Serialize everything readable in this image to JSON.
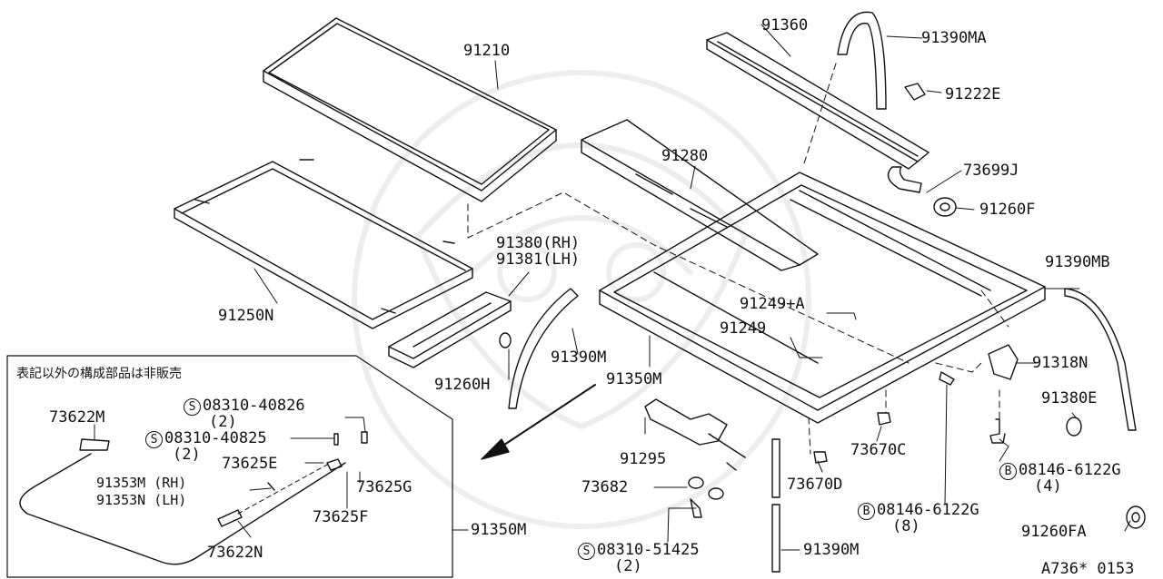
{
  "diagram": {
    "parts": {
      "p91210": "91210",
      "p91250n": "91250N",
      "p91360": "91360",
      "p91390ma": "91390MA",
      "p91222e": "91222E",
      "p91280": "91280",
      "p73699j": "73699J",
      "p91260f": "91260F",
      "p91380rh": "91380(RH)",
      "p91381lh": "91381(LH)",
      "p91390mb": "91390MB",
      "p91249a": "91249+A",
      "p91249": "91249",
      "p91260h": "91260H",
      "p91390m_a": "91390M",
      "p91350m_a": "91350M",
      "p91318n": "91318N",
      "p91380e": "91380E",
      "p91295": "91295",
      "p73670c": "73670C",
      "p73670d": "73670D",
      "p73682": "73682",
      "p08146_a": "08146-6122G",
      "p08146_a_qty": "(4)",
      "p08146_b": "08146-6122G",
      "p08146_b_qty": "(8)",
      "p91260fa": "91260FA",
      "p08310_51425": "08310-51425",
      "p08310_51425_qty": "(2)",
      "p91390m_b": "91390M"
    },
    "inset": {
      "note": "表記以外の構成部品は非販売",
      "p73622m": "73622M",
      "p08310_40826": "08310-40826",
      "p08310_40826_qty": "(2)",
      "p08310_40825": "08310-40825",
      "p08310_40825_qty": "(2)",
      "p73625e": "73625E",
      "p73625g": "73625G",
      "p91353m": "91353M (RH)",
      "p91353n": "91353N (LH)",
      "p73625f": "73625F",
      "p73622n": "73622N",
      "p91350m": "91350M"
    },
    "symbols": {
      "s": "S",
      "b": "B"
    },
    "code": "A736* 0153"
  }
}
